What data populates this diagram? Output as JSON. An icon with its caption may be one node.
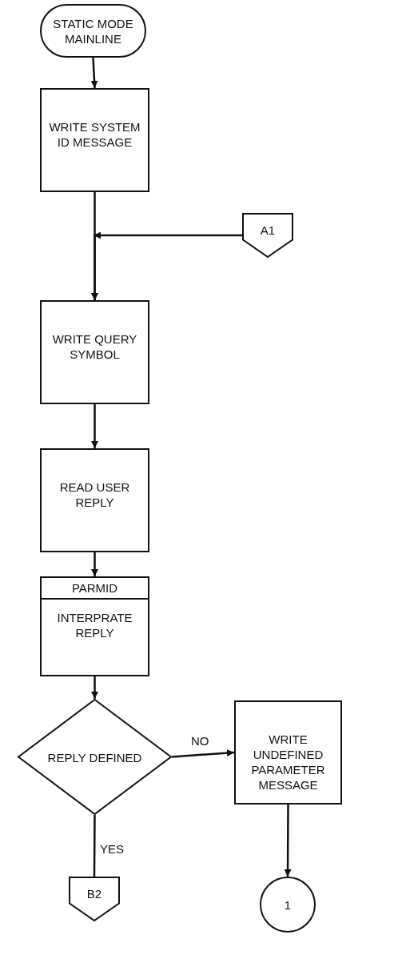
{
  "diagram": {
    "nodes": [
      {
        "text": [
          "STATIC MODE MAINLINE"
        ]
      },
      {
        "text": [
          "WRITE SYSTEM ID MESSAGE"
        ]
      },
      {
        "text": [
          "A1"
        ]
      },
      {
        "text": [
          "WRITE QUERY SYMBOL"
        ]
      },
      {
        "text": [
          "READ USER REPLY"
        ]
      },
      {
        "text": [
          "PARMID",
          "INTERPRATE REPLY"
        ]
      },
      {
        "text": [
          "REPLY DEFINED"
        ]
      },
      {
        "text": [
          "WRITE UNDEFINED PARAMETER MESSAGE"
        ]
      },
      {
        "text": [
          "B2"
        ]
      },
      {
        "text": [
          "1"
        ]
      }
    ],
    "edges": [
      {
        "from": 0,
        "to": 1,
        "arrow": "to"
      },
      {
        "from": 1,
        "to": 3,
        "arrow": "to"
      },
      {
        "from": 2,
        "to": 3,
        "arrow": "to"
      },
      {
        "from": 3,
        "to": 4,
        "arrow": "to"
      },
      {
        "from": 4,
        "to": 5,
        "arrow": "to"
      },
      {
        "from": 5,
        "to": 6,
        "arrow": "to"
      },
      {
        "from": 6,
        "to": 7,
        "arrow": "to",
        "label": "NO"
      },
      {
        "from": 6,
        "to": 8,
        "arrow": "none",
        "label": "YES"
      },
      {
        "from": 7,
        "to": 9,
        "arrow": "to"
      }
    ]
  }
}
